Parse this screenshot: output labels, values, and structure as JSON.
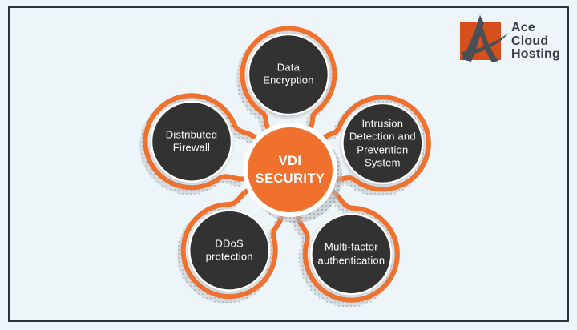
{
  "meta": {
    "title": "VDI Security flower infographic"
  },
  "colors": {
    "background": "#edf5f8",
    "frame_border": "#2d333b",
    "accent_orange": "#f0702e",
    "node_dark": "#303030",
    "node_rim_white": "#ffffff",
    "text_white": "#ffffff",
    "shadow_gray": "#b3bac0",
    "shadow_dot_gray": "#a2a9af",
    "logo_square": "#d6501d",
    "logo_mark": "#484f55",
    "logo_text": "#3a4045"
  },
  "logo": {
    "mark_icon": "stylized-a-with-swoosh",
    "brand_lines": [
      "Ace",
      "Cloud",
      "Hosting"
    ]
  },
  "diagram": {
    "center": {
      "id": "vdi-security",
      "label_lines": [
        "VDI",
        "SECURITY"
      ]
    },
    "nodes": [
      {
        "id": "data-encryption",
        "label_lines": [
          "Data",
          "Encryption"
        ],
        "angle": -91,
        "distance": 119
      },
      {
        "id": "intrusion-detection",
        "label_lines": [
          "Intrusion",
          "Detection and",
          "Prevention",
          "System"
        ],
        "angle": -16,
        "distance": 120
      },
      {
        "id": "multi-factor-authentication",
        "label_lines": [
          "Multi-factor",
          "authentication"
        ],
        "angle": 54,
        "distance": 130
      },
      {
        "id": "ddos-protection",
        "label_lines": [
          "DDoS",
          "protection"
        ],
        "angle": 127,
        "distance": 126
      },
      {
        "id": "distributed-firewall",
        "label_lines": [
          "Distributed",
          "Firewall"
        ],
        "angle": 196,
        "distance": 128
      }
    ]
  }
}
